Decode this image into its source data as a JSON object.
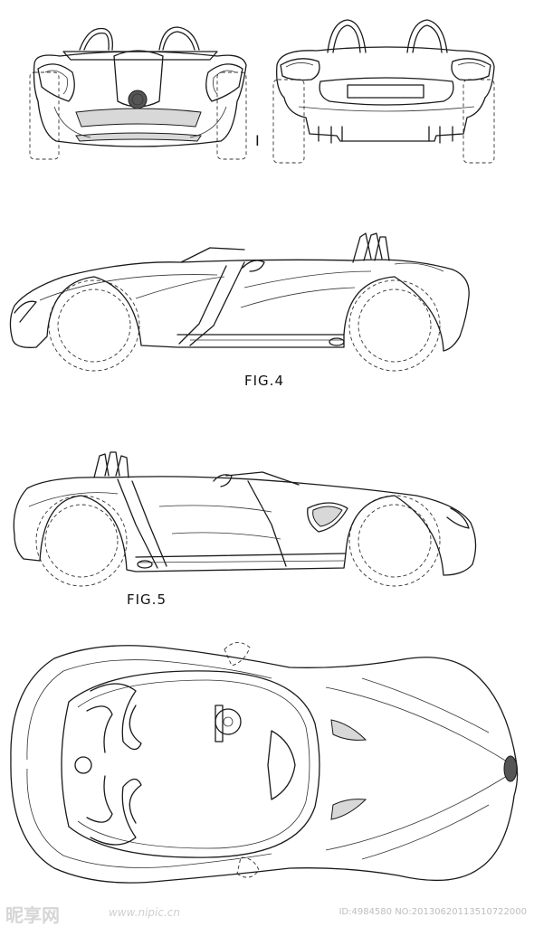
{
  "figures": [
    {
      "id": "front",
      "label": ""
    },
    {
      "id": "rear",
      "label": ""
    },
    {
      "id": "fig4",
      "label": "FIG.4"
    },
    {
      "id": "fig5",
      "label": "FIG.5"
    },
    {
      "id": "top",
      "label": ""
    }
  ],
  "view_number": "I",
  "watermark": {
    "logo": "昵享网",
    "url": "www.nipic.cn",
    "id_text": "ID:4984580 NO:20130620113510722000"
  }
}
